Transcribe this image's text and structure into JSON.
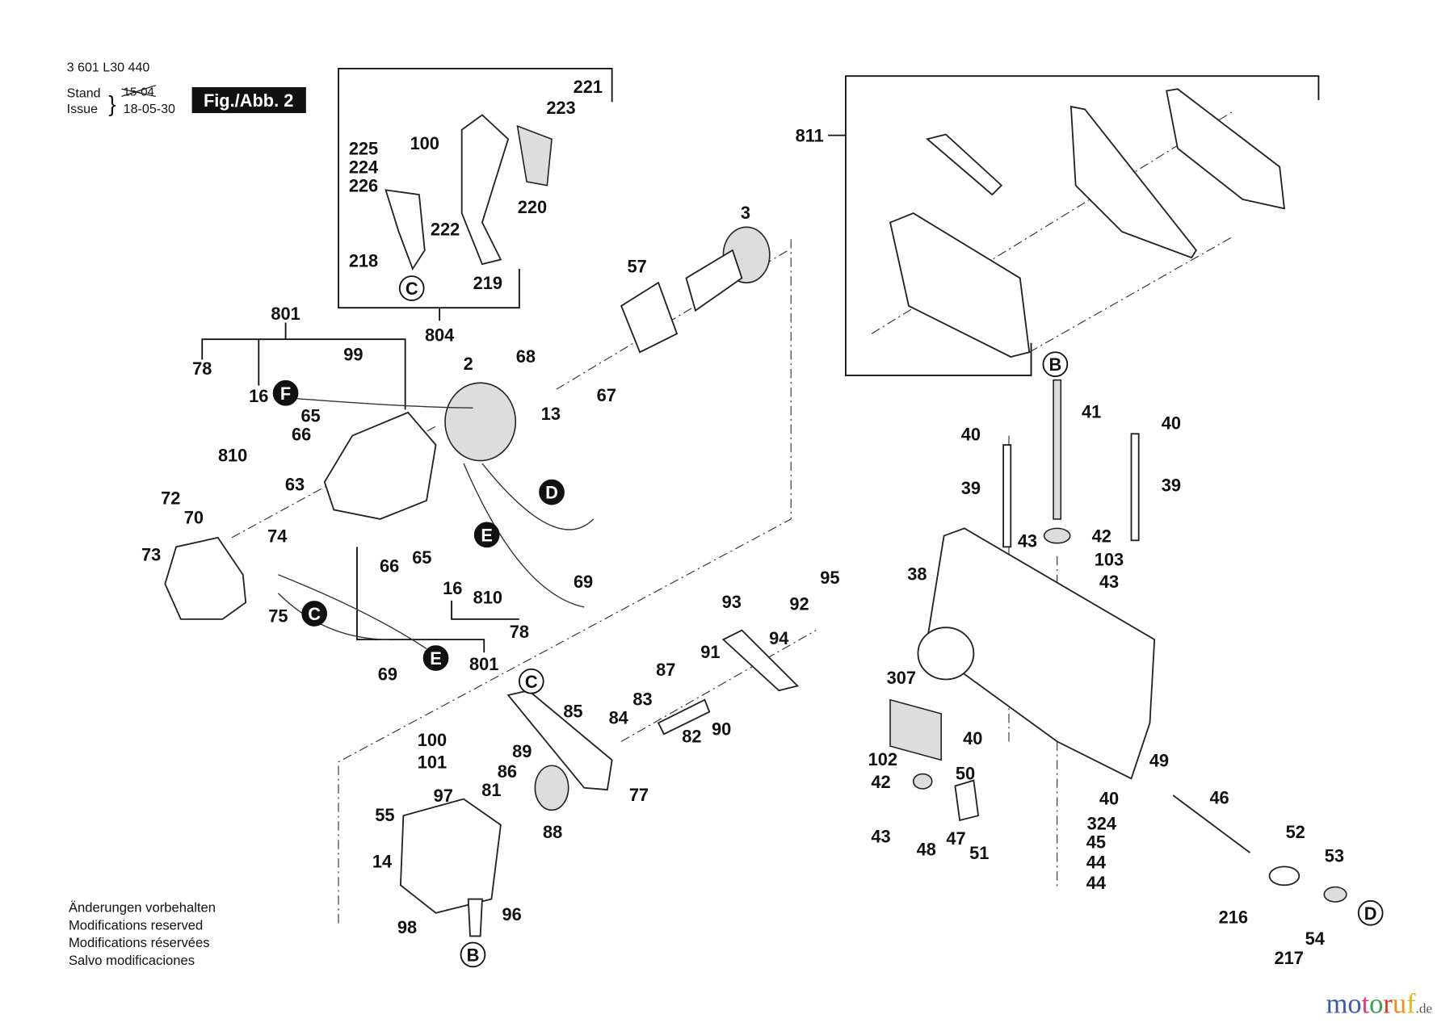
{
  "header": {
    "part_number": "3 601 L30 440",
    "stand_label": "Stand",
    "issue_label": "Issue",
    "old_date": "15-04",
    "issue_date": "18-05-30",
    "figure_label": "Fig./Abb. 2"
  },
  "notes": [
    "Änderungen vorbehalten",
    "Modifications reserved",
    "Modifications réservées",
    "Salvo modificaciones"
  ],
  "part_labels": [
    "221",
    "223",
    "225",
    "100",
    "224",
    "226",
    "220",
    "222",
    "218",
    "219",
    "804",
    "801",
    "78",
    "99",
    "16",
    "65",
    "66",
    "810",
    "2",
    "68",
    "13",
    "57",
    "3",
    "67",
    "72",
    "70",
    "63",
    "73",
    "74",
    "66",
    "65",
    "16",
    "810",
    "69",
    "78",
    "75",
    "801",
    "69",
    "93",
    "92",
    "95",
    "94",
    "91",
    "87",
    "83",
    "84",
    "82",
    "90",
    "85",
    "89",
    "86",
    "81",
    "88",
    "77",
    "100",
    "101",
    "97",
    "55",
    "14",
    "98",
    "96",
    "811",
    "41",
    "40",
    "40",
    "39",
    "39",
    "43",
    "42",
    "103",
    "43",
    "38",
    "307",
    "102",
    "40",
    "42",
    "50",
    "43",
    "48",
    "47",
    "51",
    "40",
    "324",
    "45",
    "44",
    "44",
    "49",
    "46",
    "52",
    "53",
    "216",
    "54",
    "217"
  ],
  "callouts": [
    {
      "letter": "C",
      "filled": false
    },
    {
      "letter": "F",
      "filled": true
    },
    {
      "letter": "D",
      "filled": true
    },
    {
      "letter": "E",
      "filled": true
    },
    {
      "letter": "C",
      "filled": true
    },
    {
      "letter": "E",
      "filled": true
    },
    {
      "letter": "C",
      "filled": false
    },
    {
      "letter": "B",
      "filled": false
    },
    {
      "letter": "B",
      "filled": false
    },
    {
      "letter": "D",
      "filled": false
    }
  ],
  "watermark": {
    "letters": [
      "m",
      "o",
      "t",
      "o",
      "r",
      "u",
      "f"
    ],
    "colors": [
      "#3d5aa8",
      "#3d5aa8",
      "#d6408a",
      "#3aa047",
      "#d93a2b",
      "#ef8a1f",
      "#e6b51e"
    ],
    "suffix": ".de"
  }
}
